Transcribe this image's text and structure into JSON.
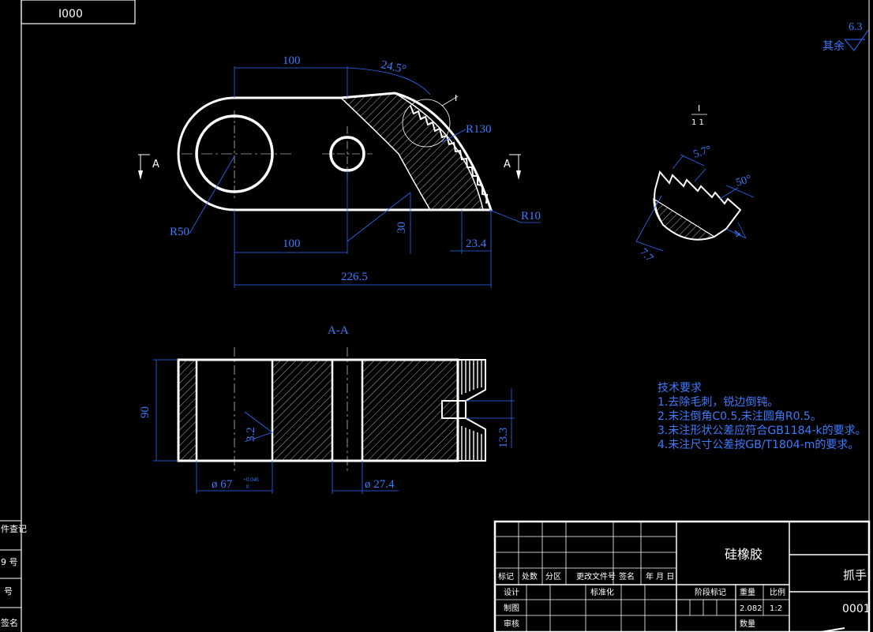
{
  "drawing_number_box": "I000",
  "surface_finish": {
    "label": "其余",
    "value": "6.3"
  },
  "top_view": {
    "dim_length_top": "100",
    "dim_angle": "24.5°",
    "detail_callout": "I",
    "radius_large": "R130",
    "radius_small": "R10",
    "radius_bore": "R50",
    "dim_length_bottom": "100",
    "dim_height": "30",
    "dim_offset": "23.4",
    "dim_total": "226.5",
    "section_mark_left": "A",
    "section_mark_right": "A"
  },
  "detail_view": {
    "label_top": "I",
    "label_bottom": "1 1",
    "tooth_pitch": "5.7°",
    "tooth_angle": "50°",
    "tooth_depth": "4",
    "tooth_width": "7.7"
  },
  "section_view": {
    "title": "A-A",
    "dim_height": "90",
    "roughness": "3.2",
    "dim_bore_large": "ø 67",
    "tol_upper": "+0.046",
    "tol_lower": "0",
    "dim_bore_small": "ø 27.4",
    "dim_slot": "13.3"
  },
  "technical_requirements": {
    "title": "技术要求",
    "items": [
      "1.去除毛刺，锐边倒钝。",
      "2.未注倒角C0.5,未注圆角R0.5。",
      "3.未注形状公差应符合GB1184-k的要求。",
      "4.未注尺寸公差按GB/T1804-m的要求。"
    ]
  },
  "left_strip": {
    "labels": [
      "件查记",
      "9 号",
      "号",
      "签名"
    ]
  },
  "title_block": {
    "header_labels": [
      "标记",
      "处数",
      "分区",
      "更改文件号",
      "签名",
      "年 月 日"
    ],
    "row_labels": [
      "设计",
      "制图",
      "审核"
    ],
    "standardization": "标准化",
    "stage_mark": "阶段标记",
    "weight": "重量",
    "scale": "比例",
    "weight_value": "2.082",
    "scale_value": "1:2",
    "quantity": "数量",
    "material": "硅橡胶",
    "part_name": "抓手",
    "part_number": "0001"
  }
}
